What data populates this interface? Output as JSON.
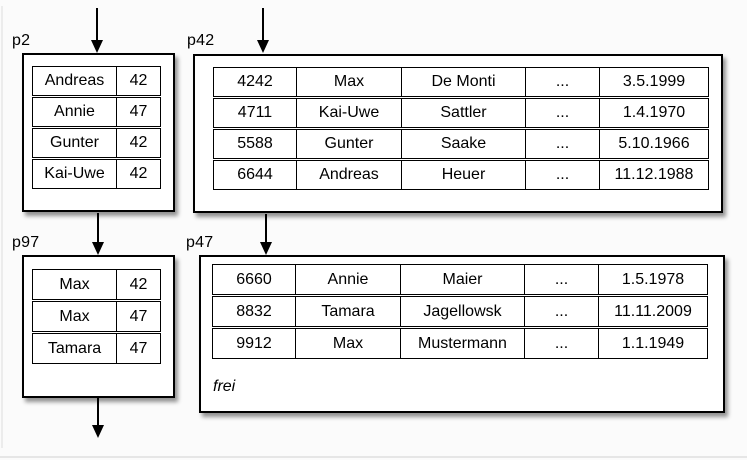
{
  "colors": {
    "page_background": "#fbfbfb",
    "box_background": "#ffffff",
    "line": "#000000",
    "edge_line": "#e6e6e6"
  },
  "pages": {
    "p2": {
      "label": "p2",
      "rows": [
        [
          "Andreas",
          "42"
        ],
        [
          "Annie",
          "47"
        ],
        [
          "Gunter",
          "42"
        ],
        [
          "Kai-Uwe",
          "42"
        ]
      ]
    },
    "p42": {
      "label": "p42",
      "rows": [
        [
          "4242",
          "Max",
          "De Monti",
          "...",
          "3.5.1999"
        ],
        [
          "4711",
          "Kai-Uwe",
          "Sattler",
          "...",
          "1.4.1970"
        ],
        [
          "5588",
          "Gunter",
          "Saake",
          "...",
          "5.10.1966"
        ],
        [
          "6644",
          "Andreas",
          "Heuer",
          "...",
          "11.12.1988"
        ]
      ]
    },
    "p97": {
      "label": "p97",
      "rows": [
        [
          "Max",
          "42"
        ],
        [
          "Max",
          "47"
        ],
        [
          "Tamara",
          "47"
        ]
      ]
    },
    "p47": {
      "label": "p47",
      "rows": [
        [
          "6660",
          "Annie",
          "Maier",
          "...",
          "1.5.1978"
        ],
        [
          "8832",
          "Tamara",
          "Jagellowsk",
          "...",
          "11.11.2009"
        ],
        [
          "9912",
          "Max",
          "Mustermann",
          "...",
          "1.1.1949"
        ]
      ],
      "free_label": "frei"
    }
  }
}
